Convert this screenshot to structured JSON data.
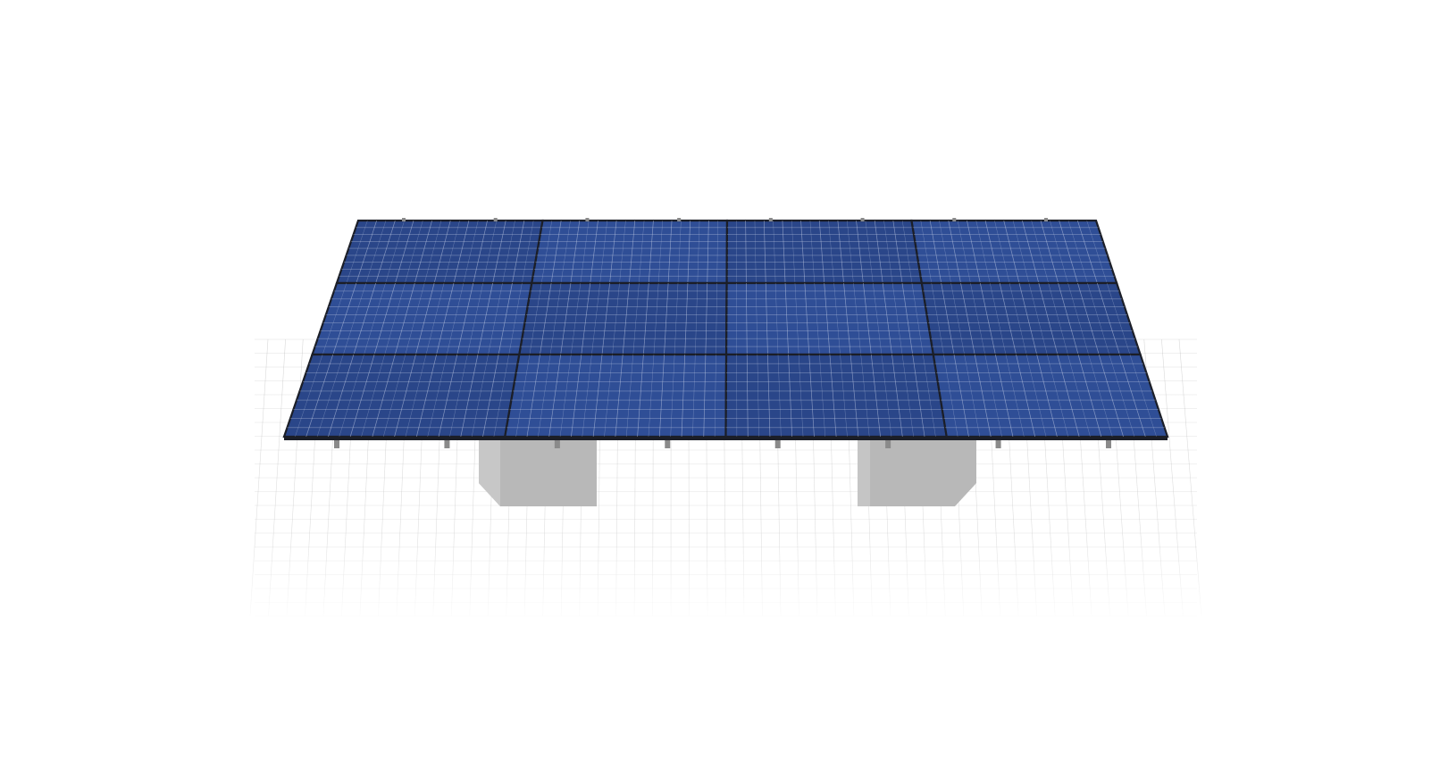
{
  "scene": {
    "array": {
      "rows": 3,
      "columns": 4,
      "cell_rows_per_panel": 6,
      "cell_columns_per_panel": 10
    },
    "supports": {
      "count": 2
    },
    "colors": {
      "background": "#ffffff",
      "panel_fill": "#2f4e96",
      "panel_fill_dark": "#2a4689",
      "cell_grid": "#c6d0e8",
      "frame": "#1b1e27",
      "grid_floor": "#b9b9b9",
      "support_front": "#b8b8b8",
      "support_side": "#cbcbcb",
      "support_top": "#a8a8a8",
      "clamp": "#8a8a8a"
    }
  }
}
